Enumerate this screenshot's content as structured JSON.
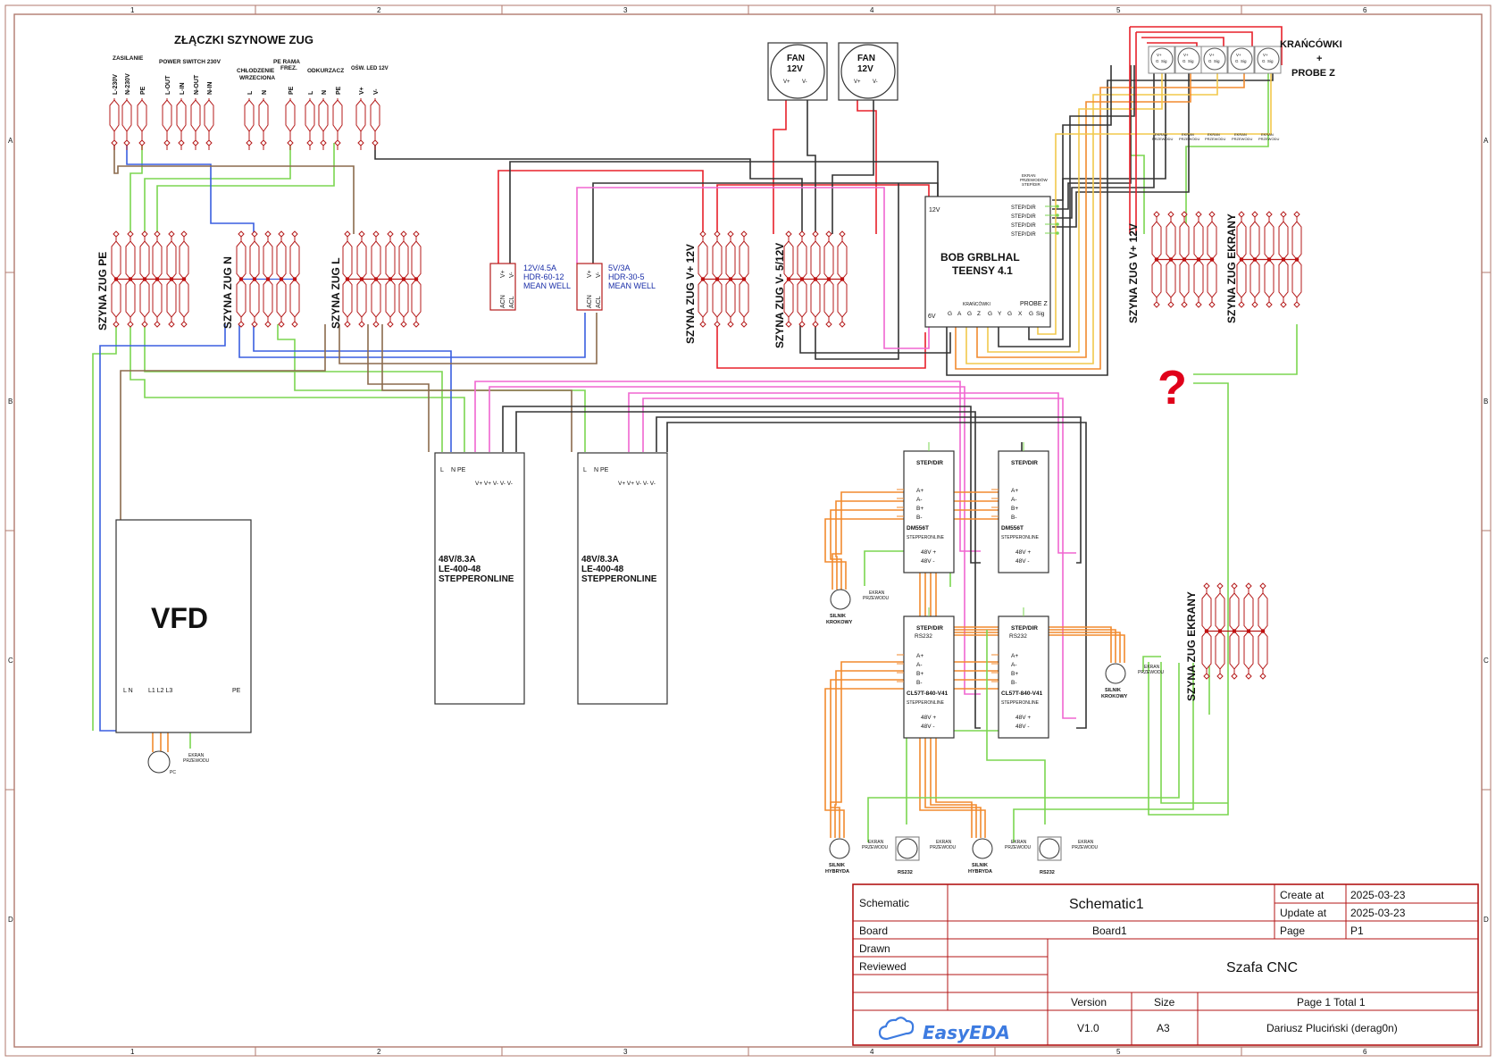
{
  "frame": {
    "col_marks": [
      "1",
      "2",
      "3",
      "4",
      "5",
      "6"
    ],
    "row_marks": [
      "A",
      "B",
      "C",
      "D"
    ]
  },
  "connectors": {
    "title": "ZŁĄCZKI SZYNOWE ZUG",
    "groups": [
      {
        "label": "ZASILANIE",
        "pins": [
          "L-230V",
          "N-230V",
          "PE"
        ]
      },
      {
        "label": "POWER SWITCH 230V",
        "pins": [
          "L-OUT",
          "L-IN",
          "N-OUT",
          "N-IN"
        ]
      },
      {
        "label": "CHŁODZENIE WRZECIONA",
        "pins": [
          "L",
          "N"
        ]
      },
      {
        "label": "PE RAMA FREZ.",
        "pins": [
          "PE"
        ]
      },
      {
        "label": "ODKURZACZ",
        "pins": [
          "L",
          "N",
          "PE"
        ]
      },
      {
        "label": "OŚW. LED 12V",
        "pins": [
          "V+",
          "V-"
        ]
      }
    ]
  },
  "rails": {
    "pe": "SZYNA ZUG PE",
    "n": "SZYNA ZUG N",
    "l": "SZYNA ZUG L",
    "v12": "SZYNA ZUG V+ 12V",
    "vneg": "SZYNA ZUG V- 5/12V",
    "v12b": "SZYNA ZUG V+ 12V",
    "ekrany1": "SZYNA ZUG EKRANY",
    "ekrany2": "SZYNA ZUG EKRANY"
  },
  "psu_small": [
    {
      "spec": "12V/4.5A",
      "model": "HDR-60-12",
      "maker": "MEAN WELL",
      "pins": [
        "V+",
        "V-",
        "ACN",
        "ACL"
      ]
    },
    {
      "spec": "5V/3A",
      "model": "HDR-30-5",
      "maker": "MEAN WELL",
      "pins": [
        "V+",
        "V-",
        "ACN",
        "ACL"
      ]
    }
  ],
  "fans": [
    {
      "title": "FAN",
      "voltage": "12V",
      "pins": [
        "V+",
        "V-"
      ]
    },
    {
      "title": "FAN",
      "voltage": "12V",
      "pins": [
        "V+",
        "V-"
      ]
    }
  ],
  "controller": {
    "name1": "BOB GRBLHAL",
    "name2": "TEENSY 4.1",
    "v12": "12V",
    "v6": "6V",
    "step_dir": [
      "STEP/DIR",
      "STEP/DIR",
      "STEP/DIR",
      "STEP/DIR"
    ],
    "limits_label": "KRAŃCÓWKI",
    "probe_label": "PROBE Z",
    "bottom_pins": [
      "G",
      "A",
      "G",
      "Z",
      "G",
      "Y",
      "G",
      "X"
    ],
    "probe_pins": [
      "G",
      "Sig"
    ],
    "shield_note": [
      "EKRAN",
      "PRZEWODÓW",
      "STEP/DIR"
    ]
  },
  "limit_switches": {
    "title1": "KRAŃCÓWKI",
    "title2": "+",
    "title3": "PROBE Z",
    "conn_pins": [
      "G",
      "Sig",
      "V+"
    ],
    "shield_note": [
      "EKRAN",
      "PRZEWODU"
    ]
  },
  "question": "?",
  "big_psu": [
    {
      "pins_ac": [
        "L",
        "N",
        "PE"
      ],
      "pins_dc": [
        "V+",
        "V+",
        "V-",
        "V-",
        "V-"
      ],
      "spec": "48V/8.3A",
      "model": "LE-400-48",
      "maker": "STEPPERONLINE"
    },
    {
      "pins_ac": [
        "L",
        "N",
        "PE"
      ],
      "pins_dc": [
        "V+",
        "V+",
        "V-",
        "V-",
        "V-"
      ],
      "spec": "48V/8.3A",
      "model": "LE-400-48",
      "maker": "STEPPERONLINE"
    }
  ],
  "vfd": {
    "title": "VFD",
    "pins_ln": "L N",
    "pins_out": "L1 L2 L3",
    "pe": "PE",
    "motor": "PC",
    "shield": [
      "EKRAN",
      "PRZEWODU"
    ]
  },
  "drivers": [
    {
      "top": "STEP/DIR",
      "extra": "",
      "pins": [
        "A+",
        "A-",
        "B+",
        "B-"
      ],
      "model": "DM556T",
      "maker": "STEPPERONLINE",
      "pw": [
        "48V +",
        "48V -"
      ]
    },
    {
      "top": "STEP/DIR",
      "extra": "",
      "pins": [
        "A+",
        "A-",
        "B+",
        "B-"
      ],
      "model": "DM556T",
      "maker": "STEPPERONLINE",
      "pw": [
        "48V +",
        "48V -"
      ]
    },
    {
      "top": "STEP/DIR",
      "extra": "RS232",
      "pins": [
        "A+",
        "A-",
        "B+",
        "B-"
      ],
      "model": "CL57T-840-V41",
      "maker": "STEPPERONLINE",
      "pw": [
        "48V +",
        "48V -"
      ]
    },
    {
      "top": "STEP/DIR",
      "extra": "RS232",
      "pins": [
        "A+",
        "A-",
        "B+",
        "B-"
      ],
      "model": "CL57T-840-V41",
      "maker": "STEPPERONLINE",
      "pw": [
        "48V +",
        "48V -"
      ]
    }
  ],
  "motors": {
    "krokowy": [
      "SILNIK",
      "KROKOWY"
    ],
    "hybryda": [
      "SILNIK",
      "HYBRYDA"
    ],
    "rs232": "RS232",
    "shield": [
      "EKRAN",
      "PRZEWODU"
    ]
  },
  "title_block": {
    "r1": [
      "Schematic",
      "Schematic1",
      "Create at",
      "2025-03-23"
    ],
    "r1b": [
      "Update at",
      "2025-03-23"
    ],
    "r2": [
      "Board",
      "Board1",
      "Page",
      "P1"
    ],
    "drawn": "Drawn",
    "reviewed": "Reviewed",
    "project": "Szafa CNC",
    "hdr": [
      "Version",
      "Size",
      "Page  1  Total  1"
    ],
    "vals": [
      "V1.0",
      "A3",
      "Dariusz Pluciński (derag0n)"
    ],
    "brand": "EasyEDA"
  },
  "colors": {
    "frame": "#b07a6e",
    "title_line": "#b31515",
    "terminal": "#b51a1a",
    "red": "#e8202a",
    "green": "#7bd650",
    "blue": "#3a5fe0",
    "brown": "#8b6a4d",
    "black": "#333333",
    "orange": "#f28a2e",
    "pink": "#f066d0",
    "yellow": "#f2c84b"
  }
}
